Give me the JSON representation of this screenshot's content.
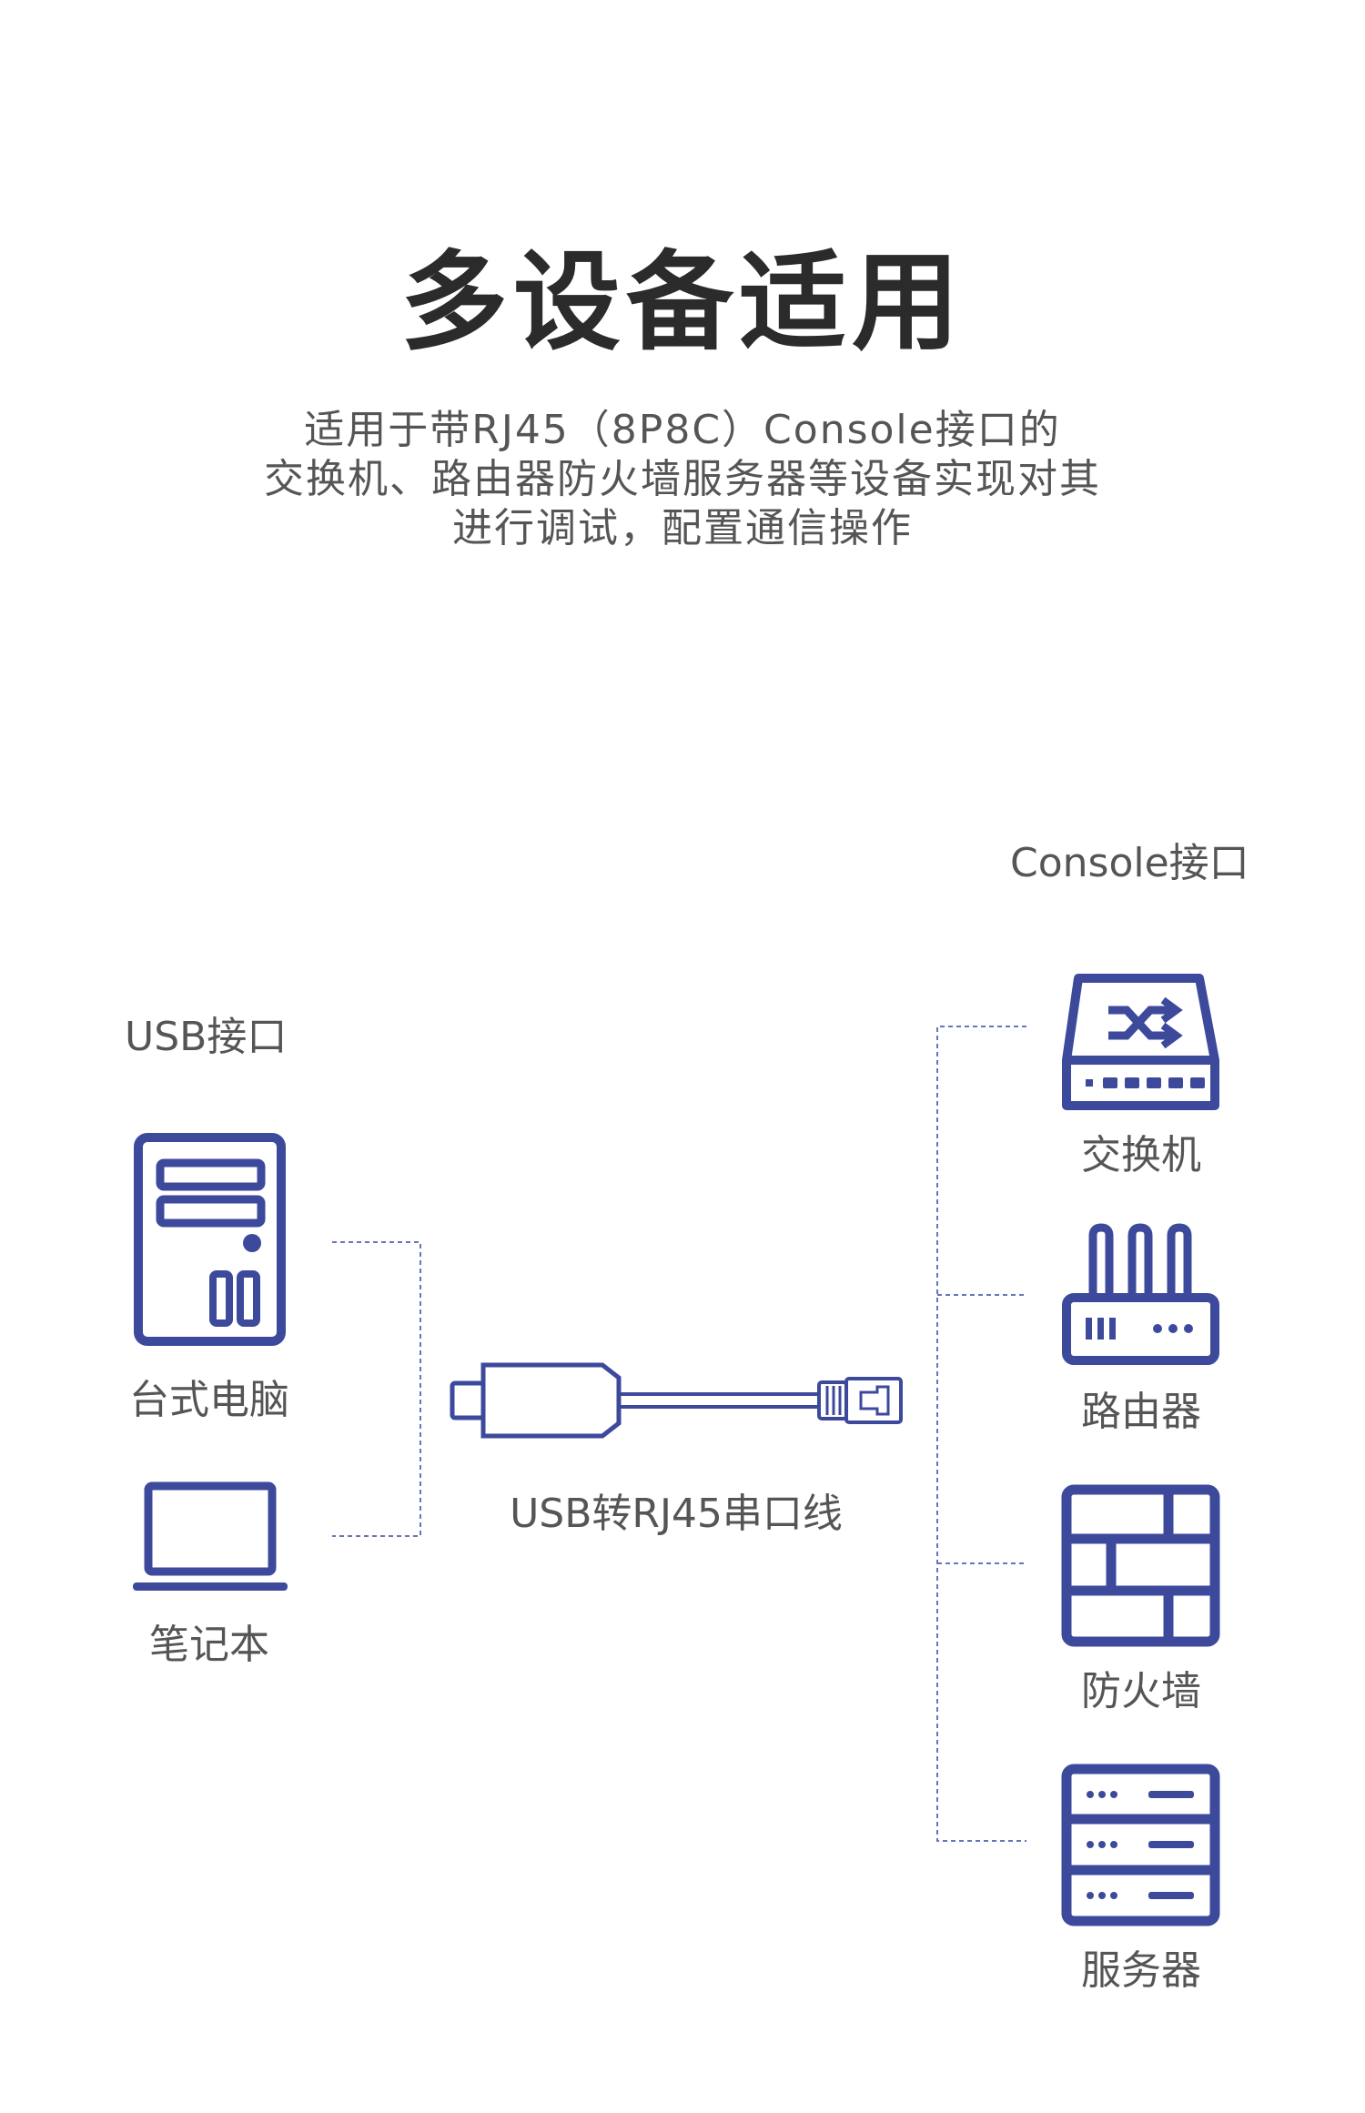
{
  "header": {
    "title": "多设备适用",
    "subtitle_lines": [
      "适用于带RJ45（8P8C）Console接口的",
      "交换机、路由器防火墙服务器等设备实现对其",
      "进行调试，配置通信操作"
    ]
  },
  "diagram": {
    "left_group_label": "USB接口",
    "right_group_label": "Console接口",
    "cable_label": "USB转RJ45串口线",
    "left_devices": [
      {
        "label": "台式电脑",
        "icon": "desktop-pc-icon"
      },
      {
        "label": "笔记本",
        "icon": "laptop-icon"
      }
    ],
    "right_devices": [
      {
        "label": "交换机",
        "icon": "switch-icon"
      },
      {
        "label": "路由器",
        "icon": "router-icon"
      },
      {
        "label": "防火墙",
        "icon": "firewall-icon"
      },
      {
        "label": "服务器",
        "icon": "server-icon"
      }
    ],
    "colors": {
      "icon": "#3d4a9c",
      "dashed_line": "#6674b8",
      "cable": "#3d4a9c",
      "text": "#555555",
      "title": "#2b2b2b"
    }
  }
}
